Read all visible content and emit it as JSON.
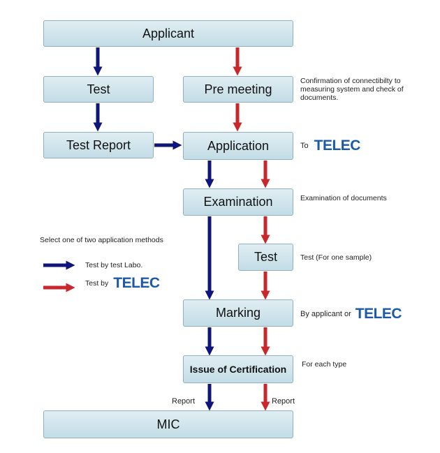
{
  "colors": {
    "blue": "#10157a",
    "red": "#c8282c",
    "telec": "#1c5aa8"
  },
  "boxes": {
    "applicant": "Applicant",
    "test_left": "Test",
    "pre_meeting": "Pre meeting",
    "test_report": "Test Report",
    "application": "Application",
    "examination": "Examination",
    "test_right": "Test",
    "marking": "Marking",
    "issue": "Issue of Certification",
    "mic": "MIC"
  },
  "notes": {
    "pre_meeting": "Confirmation of connectibilty to measuring system and check of documents.",
    "to": "To",
    "telec_logo": "TELEC",
    "examination": "Examination of documents",
    "test_right": "Test (For one sample)",
    "marking_prefix": "By applicant or",
    "issue": "For each type",
    "report_left": "Report",
    "report_right": "Report"
  },
  "legend": {
    "title": "Select one of two application methods",
    "blue_label": "Test by test Labo.",
    "red_label": "Test by"
  }
}
